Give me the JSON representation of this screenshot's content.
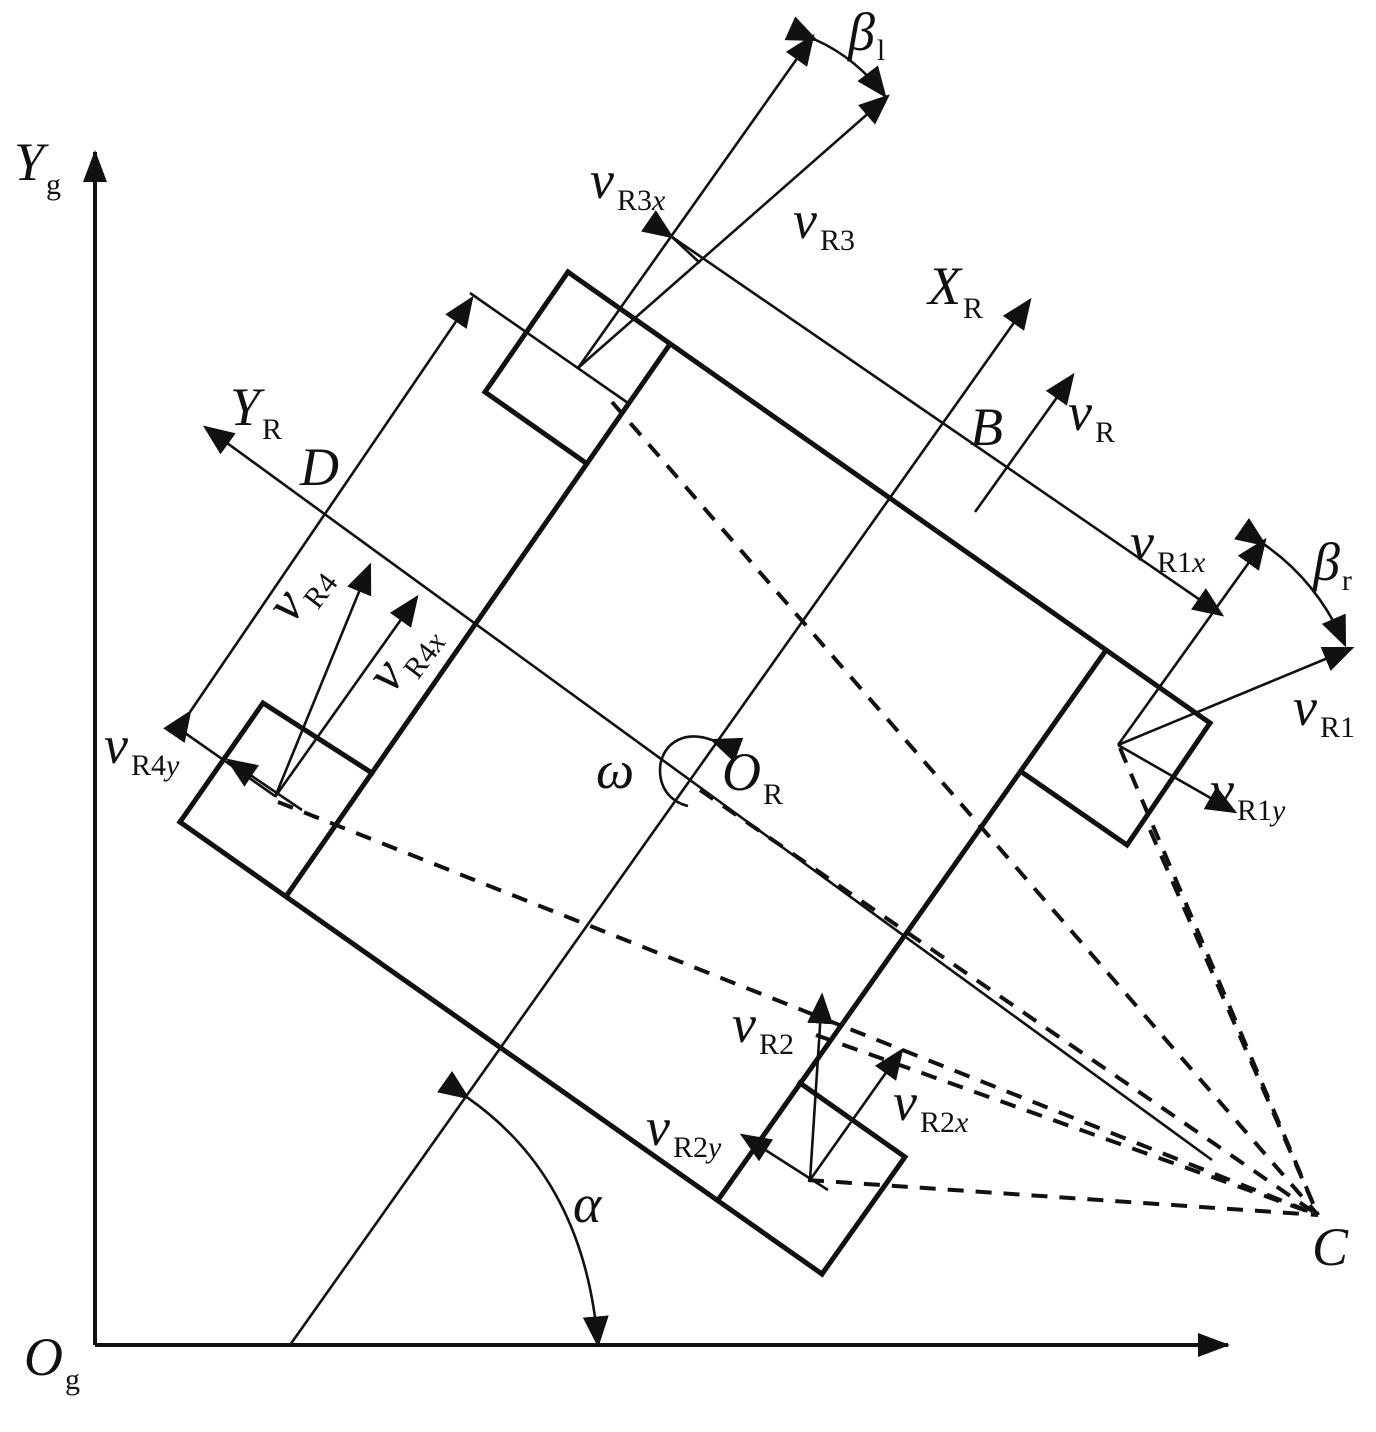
{
  "labels": {
    "Yg": {
      "main": "Y",
      "sub": "g"
    },
    "Og": {
      "main": "O",
      "sub": "g"
    },
    "XR": {
      "main": "X",
      "sub": "R"
    },
    "YR": {
      "main": "Y",
      "sub": "R"
    },
    "OR": {
      "main": "O",
      "sub": "R"
    },
    "C": {
      "main": "C"
    },
    "B": {
      "main": "B"
    },
    "D": {
      "main": "D"
    },
    "alpha": {
      "main": "α"
    },
    "omega": {
      "main": "ω"
    },
    "beta_l": {
      "main": "β",
      "sub": "l"
    },
    "beta_r": {
      "main": "β",
      "sub": "r"
    },
    "vR": {
      "main": "v",
      "sub": "R"
    },
    "vR1": {
      "main": "v",
      "sub": "R1"
    },
    "vR1x": {
      "main": "v",
      "sub": "R1",
      "subi": "x"
    },
    "vR1y": {
      "main": "v",
      "sub": "R1",
      "subi": "y"
    },
    "vR2": {
      "main": "v",
      "sub": "R2"
    },
    "vR2x": {
      "main": "v",
      "sub": "R2",
      "subi": "x"
    },
    "vR2y": {
      "main": "v",
      "sub": "R2",
      "subi": "y"
    },
    "vR3": {
      "main": "v",
      "sub": "R3"
    },
    "vR3x": {
      "main": "v",
      "sub": "R3",
      "subi": "x"
    },
    "vR4": {
      "main": "v",
      "sub": "R4"
    },
    "vR4x": {
      "main": "v",
      "sub": "R4",
      "subi": "x"
    },
    "vR4y": {
      "main": "v",
      "sub": "R4",
      "subi": "y"
    }
  }
}
